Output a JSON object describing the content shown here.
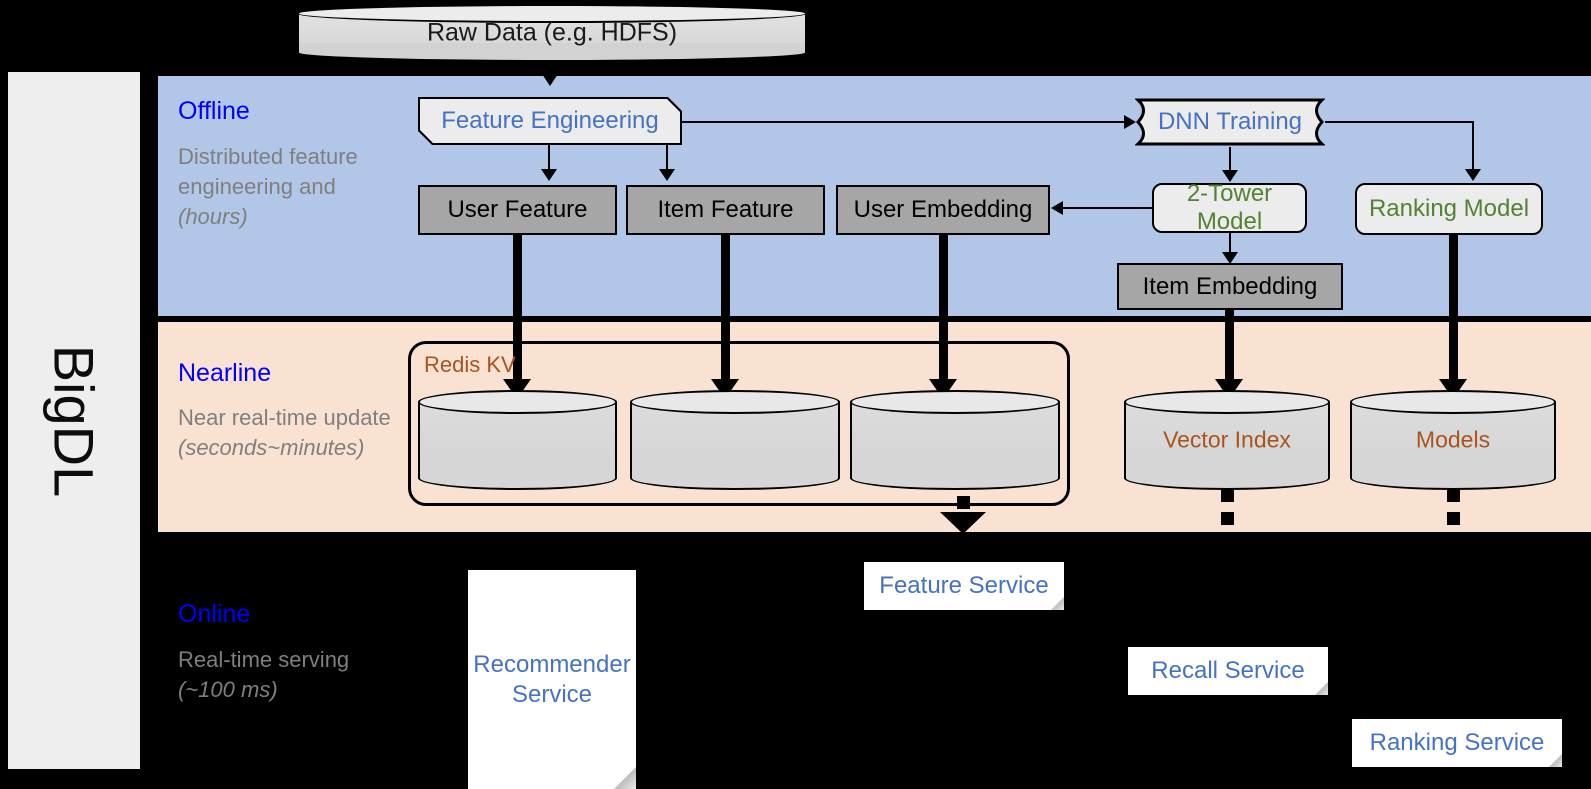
{
  "sidebar": {
    "label": "BigDL"
  },
  "bands": {
    "offline": {
      "title": "Offline",
      "subtitle": "Distributed feature engineering and ",
      "subtitle_italic": "(hours)"
    },
    "nearline": {
      "title": "Nearline",
      "subtitle": "Near real-time update ",
      "subtitle_italic": "(seconds~minutes)"
    },
    "online": {
      "title": "Online",
      "subtitle": "Real-time serving ",
      "subtitle_italic": "(~100 ms)"
    }
  },
  "nodes": {
    "raw_data": "Raw Data (e.g. HDFS)",
    "feature_engineering": "Feature Engineering",
    "dnn_training": "DNN Training",
    "user_feature": "User Feature",
    "item_feature": "Item Feature",
    "user_embedding": "User Embedding",
    "two_tower_model": "2-Tower Model",
    "ranking_model": "Ranking Model",
    "item_embedding": "Item Embedding",
    "redis_kv": "Redis KV",
    "vector_index": "Vector Index",
    "models": "Models",
    "feature_service": "Feature Service",
    "recommender_service_line1": "Recommender",
    "recommender_service_line2": "Service",
    "recall_service": "Recall Service",
    "ranking_service": "Ranking Service"
  },
  "colors": {
    "offline_band": "#b2c7e8",
    "nearline_band": "#fae2d2",
    "online_band": "#000000",
    "sidebar": "#eeeeee",
    "band_title": "#0000ff",
    "band_subtitle": "#7f7f7f",
    "blue_text": "#4472c4",
    "green_text": "#548235",
    "brown_text": "#a9541d",
    "gray_box": "#a6a6a6",
    "process_box": "#ececec"
  }
}
